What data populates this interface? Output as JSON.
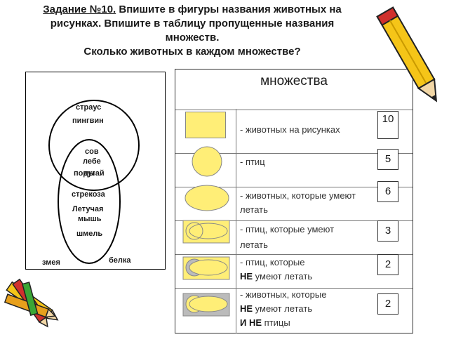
{
  "task": {
    "label": "Задание №10.",
    "text_line1": " Впишите в фигуры названия животных на",
    "text_line2": "рисунках. Впишите в таблицу пропущенные названия",
    "text_line3": "множеств.",
    "text_line4": "Сколько животных в каждом множестве?"
  },
  "venn": {
    "straus": "страус",
    "pingvin": "пингвин",
    "sov": "сов",
    "lebe": "лебе",
    "dy": "ды",
    "popugai": "попугай",
    "strekoza": "стрекоза",
    "letuchaya": "Летучая",
    "mysh": "мышь",
    "shmel": "шмель",
    "zmeya": "змея",
    "belka": "белка"
  },
  "table": {
    "header": "множества",
    "rows": [
      {
        "line1": "- животных на рисунках",
        "count": "10"
      },
      {
        "line1": "- птиц",
        "count": "5"
      },
      {
        "line1": "- животных, которые умеют",
        "line2": "летать",
        "count": "6"
      },
      {
        "line1": "- птиц, которые умеют",
        "line2": "летать",
        "count": "3"
      },
      {
        "line1": "- птиц, которые",
        "line2_bold": "НЕ",
        "line2": " умеют летать",
        "count": "2"
      },
      {
        "line1": "- животных, которые",
        "line2_bold": "НЕ",
        "line2": " умеют летать",
        "line3_bold": "И НЕ",
        "line3": " птицы",
        "count": "2"
      }
    ]
  },
  "colors": {
    "shape_fill": "#ffee77",
    "shape_stroke": "#888888",
    "gray_fill": "#bbbbbb",
    "pencil_yellow": "#f5c518",
    "pencil_red": "#d0312d"
  },
  "icons": [
    "pencil-icon",
    "crayons-icon"
  ]
}
